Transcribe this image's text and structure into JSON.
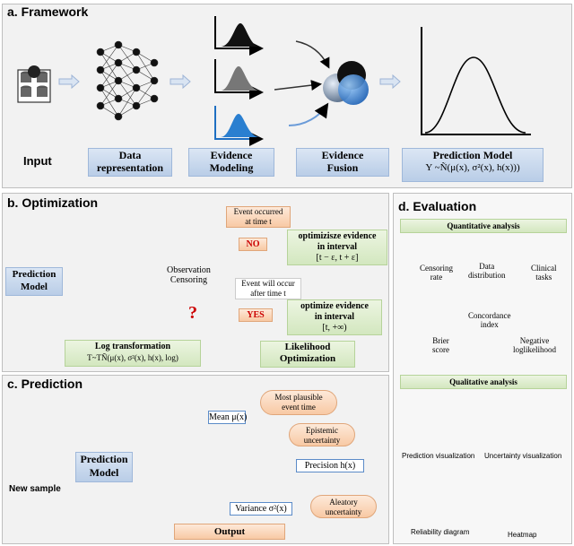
{
  "framework": {
    "title": "a. Framework",
    "input": "Input",
    "data_rep_1": "Data",
    "data_rep_2": "representation",
    "evidence_modeling_1": "Evidence",
    "evidence_modeling_2": "Modeling",
    "evidence_fusion_1": "Evidence",
    "evidence_fusion_2": "Fusion",
    "prediction_model": "Prediction Model",
    "prediction_formula": "Y ~Ñ(μ(x), σ²(x), h(x)))"
  },
  "optimization": {
    "title": "b. Optimization",
    "prediction_model_1": "Prediction",
    "prediction_model_2": "Model",
    "observation_1": "Observation",
    "observation_2": "Censoring",
    "event_occurred_1": "Event occurred",
    "event_occurred_2": "at time t",
    "no": "NO",
    "optimize_1_line1": "optimizisze evidence",
    "optimize_1_line2": "in interval",
    "optimize_1_line3": "[t − ε, t + ε]",
    "event_will_1": "Event will occur",
    "event_will_2": "after time t",
    "yes": "YES",
    "optimize_2_line1": "optimize evidence",
    "optimize_2_line2": "in interval",
    "optimize_2_line3": "[t, +∞)",
    "log_transform_1": "Log transformation",
    "log_transform_2": "T~TÑ(μ(x), σ²(x), h(x), log)",
    "likelihood_1": "Likelihood",
    "likelihood_2": "Optimization",
    "question": "?"
  },
  "prediction": {
    "title": "c. Prediction",
    "new_sample": "New sample",
    "prediction_model_1": "Prediction",
    "prediction_model_2": "Model",
    "mean": "Mean μ(x)",
    "most_plausible_1": "Most plausible",
    "most_plausible_2": "event time",
    "epistemic_1": "Epistemic",
    "epistemic_2": "uncertainty",
    "precision": "Precision h(x)",
    "variance": "Variance σ²(x)",
    "aleatory_1": "Aleatory",
    "aleatory_2": "uncertainty",
    "output": "Output"
  },
  "evaluation": {
    "title": "d. Evaluation",
    "quantitative": "Quantitative analysis",
    "censoring_rate_1": "Censoring",
    "censoring_rate_2": "rate",
    "data_dist_1": "Data",
    "data_dist_2": "distribution",
    "clinical_1": "Clinical",
    "clinical_2": "tasks",
    "concordance_1": "Concordance",
    "concordance_2": "index",
    "brier_1": "Brier",
    "brier_2": "score",
    "negloglik_1": "Negative",
    "negloglik_2": "loglikelihood",
    "qualitative": "Qualitative analysis",
    "pred_vis": "Prediction visualization",
    "unc_vis": "Uncertainty visualization",
    "reliability": "Reliability diagram",
    "heatmap": "Heatmap"
  },
  "colors": {
    "blue_box": "#c5d6ec",
    "green_box": "#d6e9c4",
    "orange_box": "#f9d2b2",
    "arrow": "#9db4d6",
    "curve": "#000000"
  }
}
